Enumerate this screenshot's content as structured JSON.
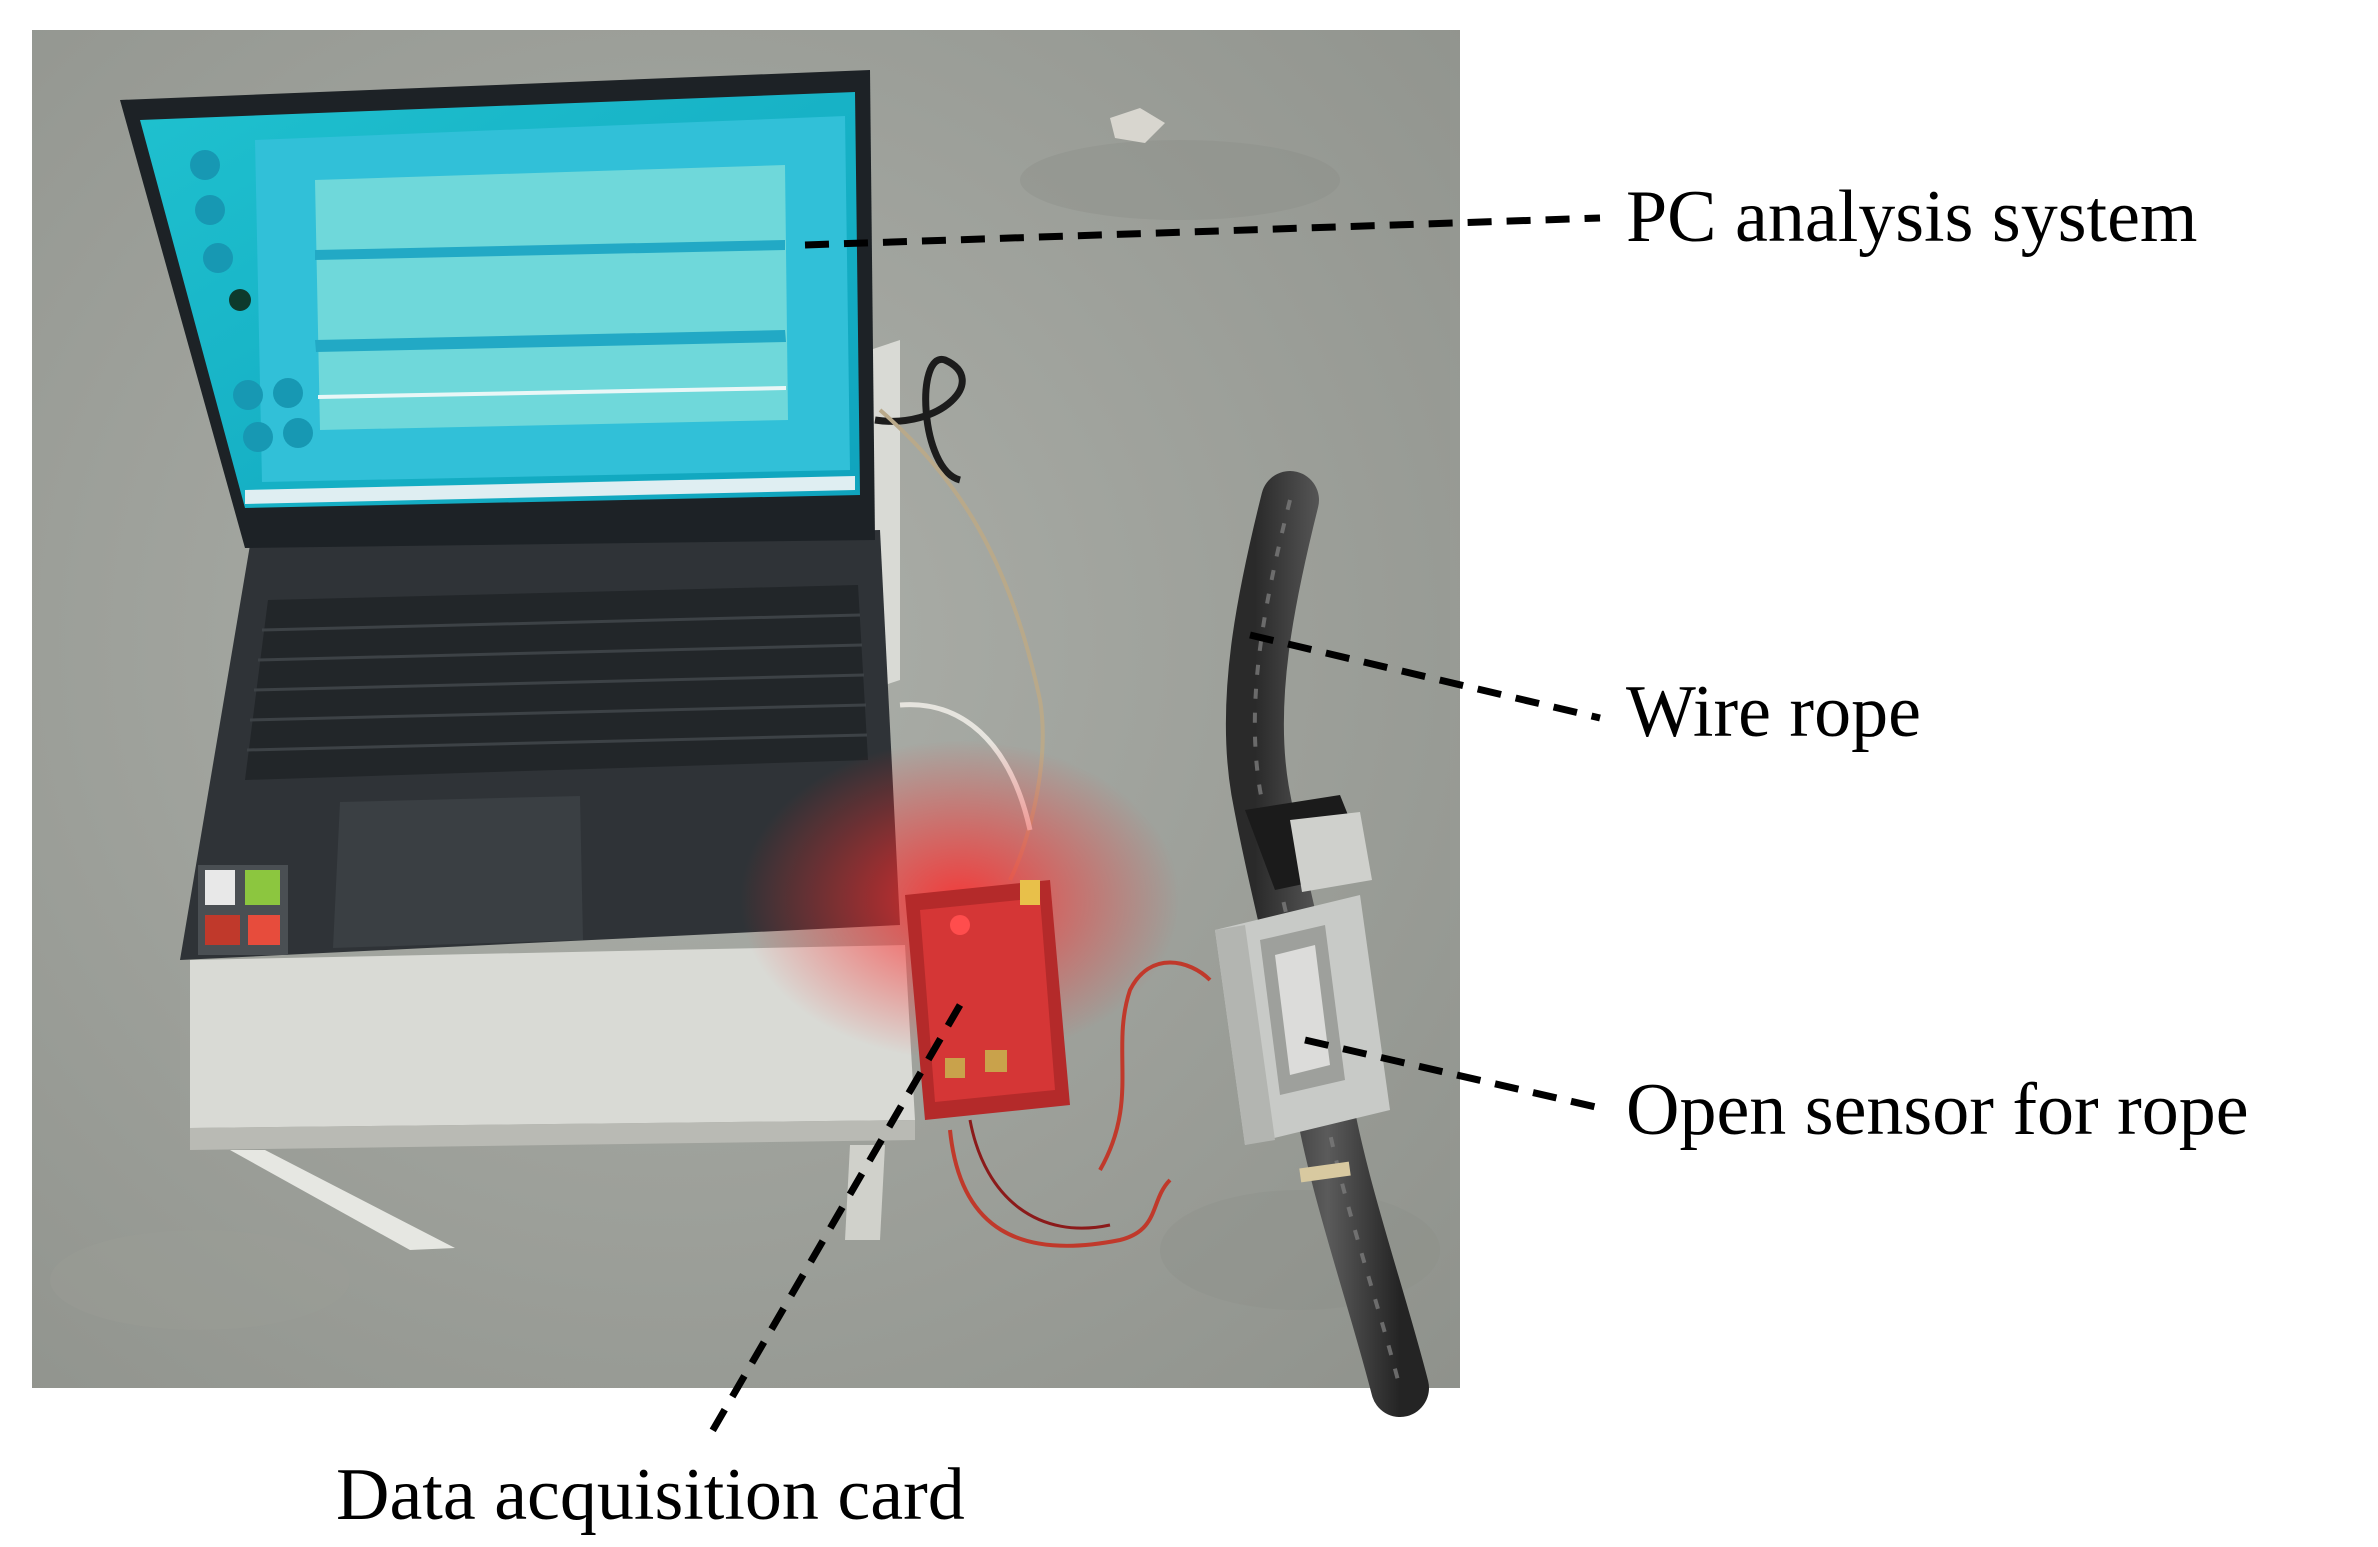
{
  "labels": {
    "pc_analysis_system": "PC analysis system",
    "wire_rope": "Wire rope",
    "open_sensor": "Open sensor for rope",
    "data_acquisition_card": "Data acquisition card"
  },
  "colors": {
    "floor": "#a2a59f",
    "screen": "#19b7c9",
    "laptop_body": "#2f3337",
    "table": "#d8d9d4",
    "pcb": "#c32b2b",
    "callout_line": "#000000"
  }
}
